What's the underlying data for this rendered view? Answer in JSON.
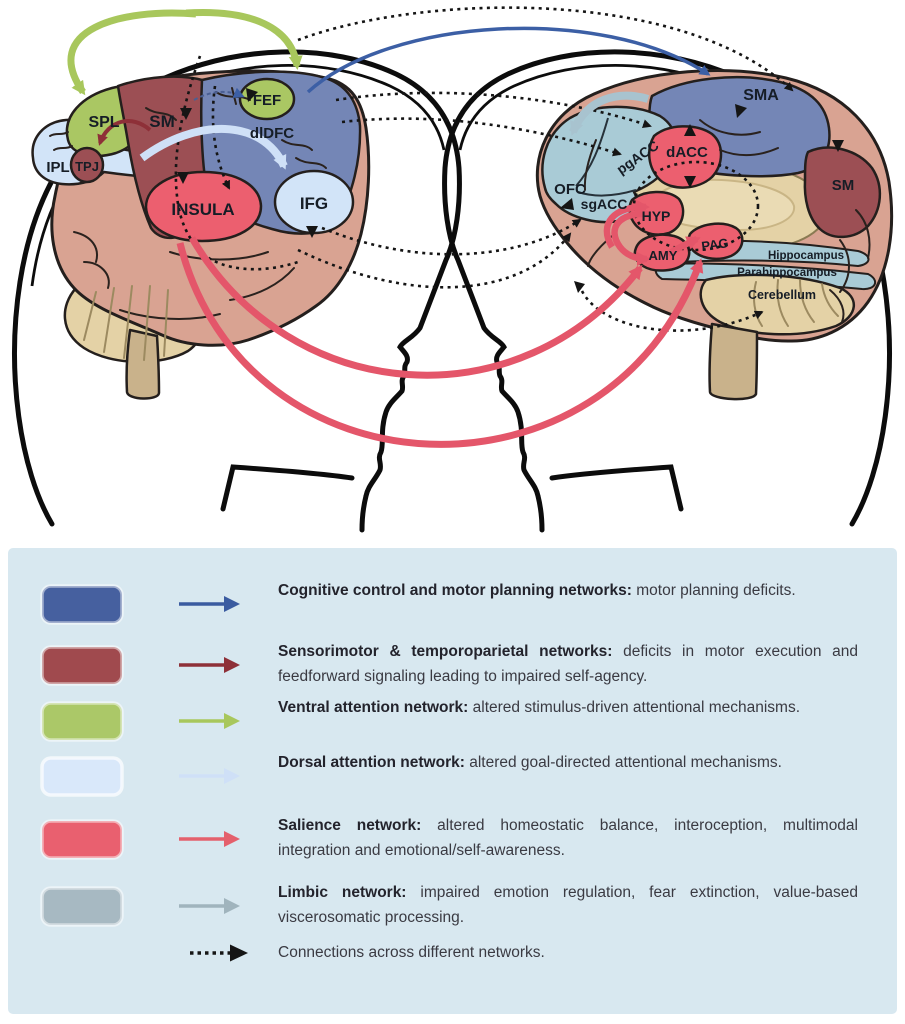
{
  "colors": {
    "cortex": "#d9a392",
    "tan": "#e4d2a6",
    "tan_dark": "#c9b28b",
    "region_blue": "#7486b6",
    "region_darkred": "#9c4f54",
    "region_green": "#aac763",
    "region_lightblue": "#d2e4f8",
    "region_red": "#ec5f6f",
    "region_teal": "#a9cbd6",
    "arrow_green": "#a8c75c",
    "arrow_blue": "#3c5fa5",
    "arrow_paleblue": "#cfe0f7",
    "arrow_darkred": "#8e3038",
    "arrow_red": "#e4566a",
    "arrow_gray": "#a8c3cf",
    "arrow_black": "#151515",
    "legend_bg": "#d8e8f0"
  },
  "brain_left": {
    "spl": "SPL",
    "sm": "SM",
    "fef": "FEF",
    "dldfc": "dlDFC",
    "ipl": "IPL",
    "tpj": "TPJ",
    "insula": "INSULA",
    "ifg": "IFG"
  },
  "brain_right": {
    "sma": "SMA",
    "dacc": "dACC",
    "sm": "SM",
    "pgacc": "pgACC",
    "ofc": "OFC",
    "sgacc": "sgACC",
    "hyp": "HYP",
    "amy": "AMY",
    "pag": "PAG",
    "hippocampus": "Hippocampus",
    "parahippocampus": "Parahippocampus",
    "cerebellum": "Cerebellum"
  },
  "legend": {
    "items": [
      {
        "label": "Cognitive control and motor planning networks:",
        "description": "motor planning deficits.",
        "color": "#46609f",
        "arrow": "#3a5ba0"
      },
      {
        "label": "Sensorimotor & temporoparietal networks:",
        "description": "deficits in motor execution and feedforward signaling leading to impaired self-agency.",
        "color": "#a04a4e",
        "arrow": "#8e3038"
      },
      {
        "label": "Ventral attention network:",
        "description": "altered stimulus-driven attentional mechanisms.",
        "color": "#abc868",
        "arrow": "#a8c75c"
      },
      {
        "label": "Dorsal attention network:",
        "description": "altered goal-directed attentional mechanisms.",
        "color": "#d9e8fa",
        "arrow": "#cfe0f7"
      },
      {
        "label": "Salience network:",
        "description": "altered homeostatic balance, interoception, multimodal integration and emotional/self-awareness.",
        "color": "#e9606f",
        "arrow": "#e4606c"
      },
      {
        "label": "Limbic network:",
        "description": "impaired emotion regulation, fear extinction, value-based viscerosomatic processing.",
        "color": "#a7b9c2",
        "arrow": "#a0b4bd"
      },
      {
        "label": "",
        "description": "Connections across different networks.",
        "color": "",
        "arrow": "#151515"
      }
    ]
  }
}
